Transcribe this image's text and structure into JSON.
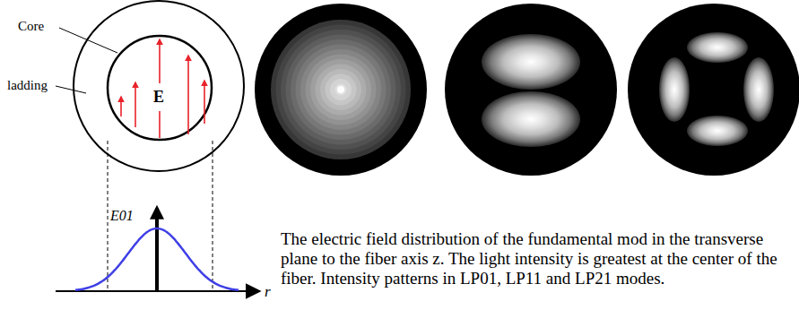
{
  "diagram": {
    "caption": "The electric field distribution of the fundamental mod in the transverse plane to the fiber axis z. The light intensity is greatest at the center of the fiber. Intensity patterns in LP01, LP11 and LP21 modes.",
    "labels": [
      "Core",
      "ladding",
      "E",
      "E01",
      "r"
    ]
  }
}
